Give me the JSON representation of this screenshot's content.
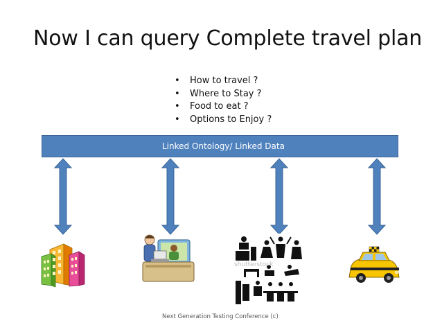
{
  "slide": {
    "title": "Now I can query Complete travel plan",
    "bullets": [
      "How to travel ?",
      "Where to Stay ?",
      "Food to eat ?",
      "Options to Enjoy ?"
    ],
    "bar_label": "Linked Ontology/ Linked Data",
    "footer": "Next Generation Testing Conference (c)",
    "bar_color": "#4f81bd",
    "arrow_color": "#4f81bd"
  },
  "icons": [
    {
      "name": "buildings-icon"
    },
    {
      "name": "office-worker-icon"
    },
    {
      "name": "people-activities-icon"
    },
    {
      "name": "taxi-icon"
    }
  ]
}
